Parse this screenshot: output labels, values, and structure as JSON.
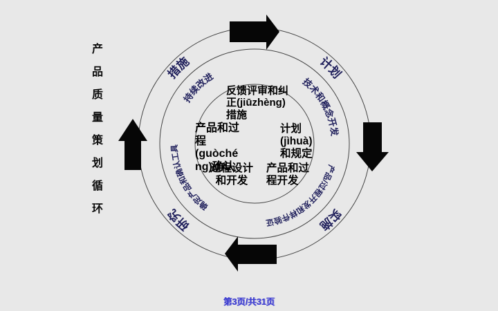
{
  "page": {
    "vertical_title": "产品质量策划循环",
    "footer": "第3页/共31页"
  },
  "cycle": {
    "outer_labels": {
      "act": "措施",
      "plan": "计划",
      "do": "实施",
      "study": "研究"
    },
    "inner_labels": {
      "continuous_improvement": "持续改进",
      "tech_concept": "技术和概念开发",
      "dev_prototype": "产品/过程开发和样件验证",
      "confirm_tools": "确定产品和确认工具"
    },
    "center": {
      "feedback": "反馈评审和纠\n正(jiūzhèng)\n措施",
      "validation": "产品和过\n程\n(guòché\nng)确认",
      "plan_define": "计划\n(jìhuà)\n和规定",
      "process_design": "过程设计\n和开发",
      "product_process_dev": "产品和过\n程开发"
    },
    "colors": {
      "background": "#e8e8e8",
      "ring_stroke": "#444444",
      "arrow_fill": "#060606",
      "arc_text": "#1e1e5a",
      "center_text": "#000000",
      "footer_text": "#3b3bd0"
    }
  }
}
